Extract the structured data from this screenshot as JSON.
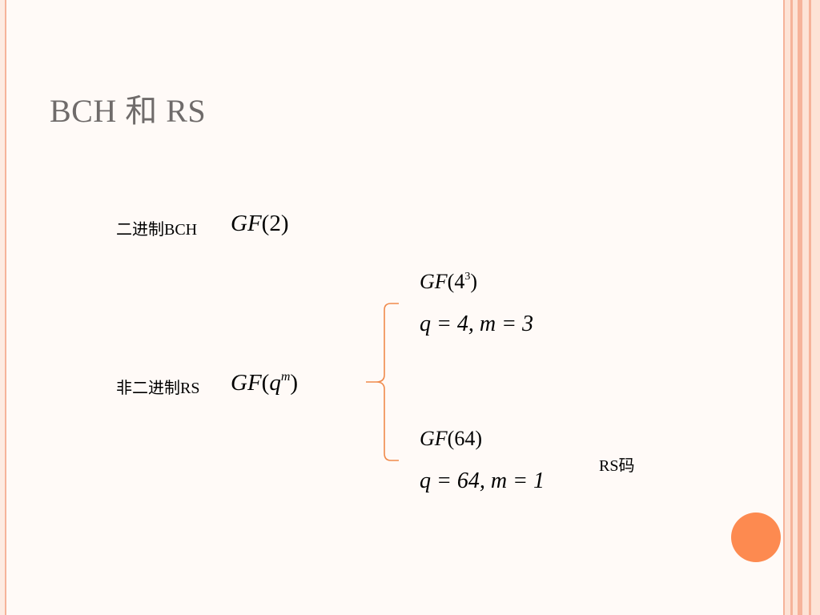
{
  "slide": {
    "title": "BCH 和 RS"
  },
  "binary": {
    "label": "二进制BCH",
    "field_func": "GF",
    "field_arg": "(2)"
  },
  "nonbinary": {
    "label": "非二进制RS",
    "field_func": "GF",
    "field_open": "(",
    "base": "q",
    "exponent": "m",
    "field_close": ")"
  },
  "case1": {
    "field_func": "GF",
    "field_open": "(4",
    "exponent": "3",
    "field_close": ")",
    "params": "q = 4, m = 3"
  },
  "case2": {
    "field_func": "GF",
    "field_arg": "(64)",
    "params": "q = 64, m = 1",
    "note": "RS码"
  },
  "colors": {
    "title": "#6f6b6a",
    "accent": "#fd8a50",
    "brace": "#f08a4b",
    "stripe": "#f6b39a"
  }
}
